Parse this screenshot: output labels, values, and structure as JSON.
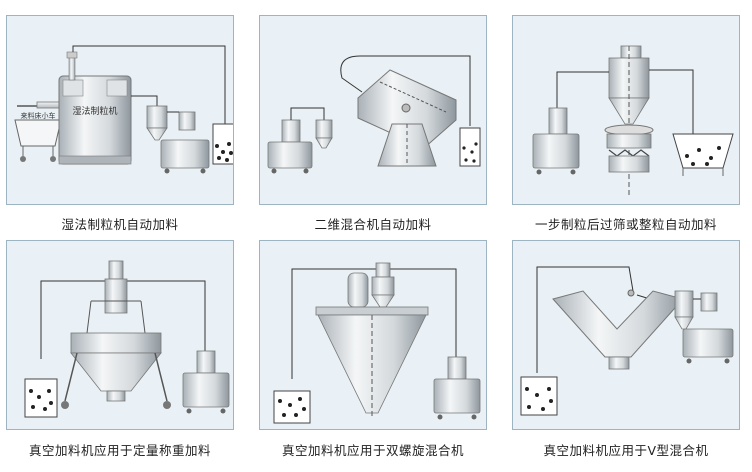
{
  "panels": [
    {
      "caption": "湿法制粒机自动加料",
      "labels": {
        "granulator": "湿法制粒机",
        "cart": "来料床小车"
      }
    },
    {
      "caption": "二维混合机自动加料"
    },
    {
      "caption": "一步制粒后过筛或整粒自动加料"
    },
    {
      "caption": "真空加料机应用于定量称重加料"
    },
    {
      "caption": "真空加料机应用于双螺旋混合机"
    },
    {
      "caption": "真空加料机应用于V型混合机"
    }
  ],
  "colors": {
    "panel_bg": "#e9f1f6",
    "panel_border": "#9db4c2",
    "machine_light": "#eef0f2",
    "machine_dark": "#9aa3aa",
    "line": "#333333"
  }
}
